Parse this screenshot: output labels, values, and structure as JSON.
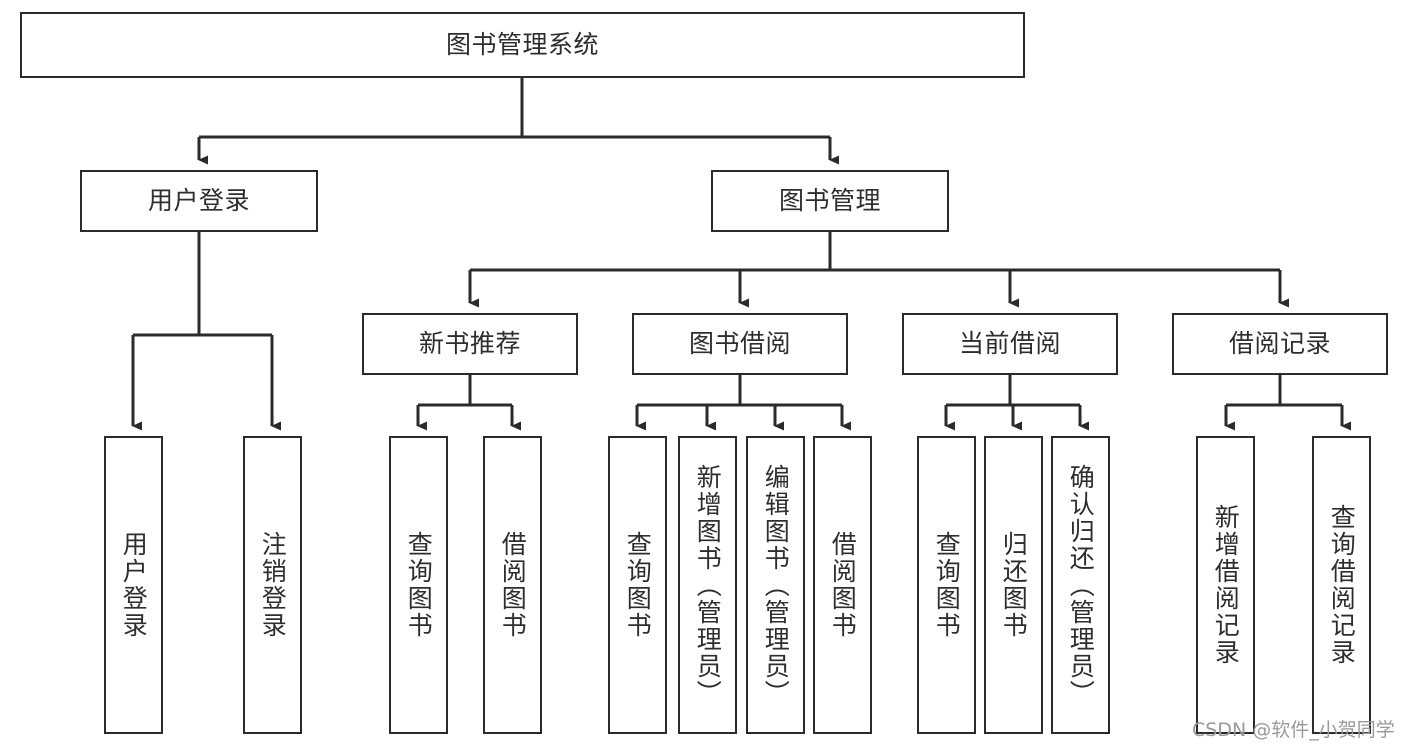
{
  "diagram": {
    "title": "图书管理系统",
    "type": "tree-hierarchy-flowchart",
    "colors": {
      "box_border": "#2b2b2b",
      "box_fill": "#ffffff",
      "edge": "#2b2b2b",
      "text": "#2e2e2e",
      "watermark": "#9a9a9a",
      "background": "#ffffff"
    },
    "nodes": {
      "root": {
        "label": "图书管理系统",
        "orientation": "horizontal"
      },
      "level2": [
        {
          "id": "user-login",
          "label": "用户登录",
          "orientation": "horizontal"
        },
        {
          "id": "book-management",
          "label": "图书管理",
          "orientation": "horizontal"
        }
      ],
      "level3": [
        {
          "id": "new-book-recommend",
          "label": "新书推荐",
          "orientation": "horizontal"
        },
        {
          "id": "book-borrow",
          "label": "图书借阅",
          "orientation": "horizontal"
        },
        {
          "id": "current-borrow",
          "label": "当前借阅",
          "orientation": "horizontal"
        },
        {
          "id": "borrow-record",
          "label": "借阅记录",
          "orientation": "horizontal"
        }
      ],
      "leaves": {
        "user_login": [
          {
            "id": "leaf-user-login",
            "label": "用户登录",
            "orientation": "vertical"
          },
          {
            "id": "leaf-user-logout",
            "label": "注销登录",
            "orientation": "vertical"
          }
        ],
        "new_book_recommend": [
          {
            "id": "leaf-query-book-1",
            "label": "查询图书",
            "orientation": "vertical"
          },
          {
            "id": "leaf-borrow-book-1",
            "label": "借阅图书",
            "orientation": "vertical"
          }
        ],
        "book_borrow": [
          {
            "id": "leaf-query-book-2",
            "label": "查询图书",
            "orientation": "vertical"
          },
          {
            "id": "leaf-add-book",
            "label": "新增图书（管理员）",
            "orientation": "vertical"
          },
          {
            "id": "leaf-edit-book",
            "label": "编辑图书（管理员）",
            "orientation": "vertical"
          },
          {
            "id": "leaf-borrow-book-2",
            "label": "借阅图书",
            "orientation": "vertical"
          }
        ],
        "current_borrow": [
          {
            "id": "leaf-query-book-3",
            "label": "查询图书",
            "orientation": "vertical"
          },
          {
            "id": "leaf-return-book",
            "label": "归还图书",
            "orientation": "vertical"
          },
          {
            "id": "leaf-confirm-return",
            "label": "确认归还（管理员）",
            "orientation": "vertical"
          }
        ],
        "borrow_record": [
          {
            "id": "leaf-add-borrow-record",
            "label": "新增借阅记录",
            "orientation": "vertical"
          },
          {
            "id": "leaf-query-borrow-record",
            "label": "查询借阅记录",
            "orientation": "vertical"
          }
        ]
      }
    },
    "watermark": "CSDN @软件_小贺同学"
  }
}
